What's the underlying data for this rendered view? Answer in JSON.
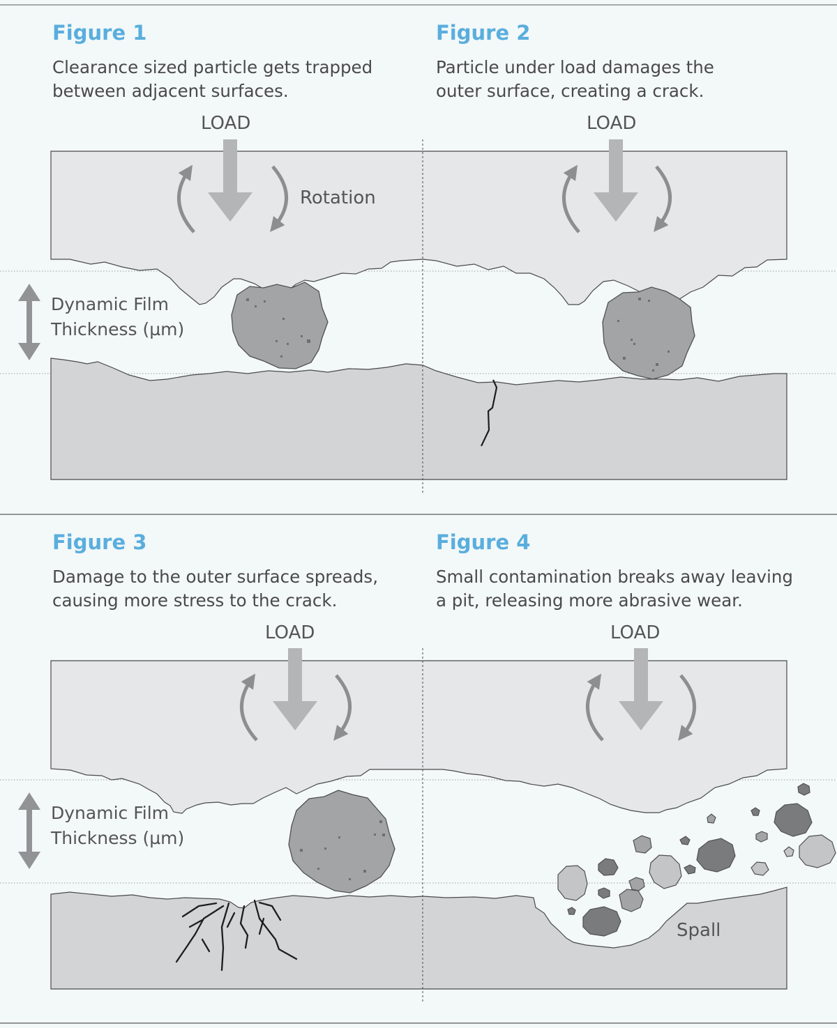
{
  "figures": [
    {
      "title": "Figure 1",
      "caption": "Clearance sized particle gets trapped\nbetween adjacent surfaces.",
      "load_label": "LOAD",
      "rotation_label": "Rotation",
      "film_label": "Dynamic Film\nThickness (µm)"
    },
    {
      "title": "Figure 2",
      "caption": "Particle under load damages the\nouter surface, creating a crack.",
      "load_label": "LOAD"
    },
    {
      "title": "Figure 3",
      "caption": "Damage to the outer surface spreads,\ncausing more stress to the crack.",
      "load_label": "LOAD",
      "film_label": "Dynamic Film\nThickness (µm)"
    },
    {
      "title": "Figure 4",
      "caption": "Small contamination breaks away leaving\na pit, releasing more abrasive wear.",
      "load_label": "LOAD",
      "spall_label": "Spall"
    }
  ],
  "colors": {
    "title": "#5aaedd",
    "background": "#f3f8f9",
    "upper_surface": "#e6e7e9",
    "lower_surface": "#d3d4d6",
    "particle": "#a3a4a6",
    "arrow": "#b4b5b7",
    "rotation_arrow": "#8d8e90",
    "crack": "#1e1e1e"
  }
}
